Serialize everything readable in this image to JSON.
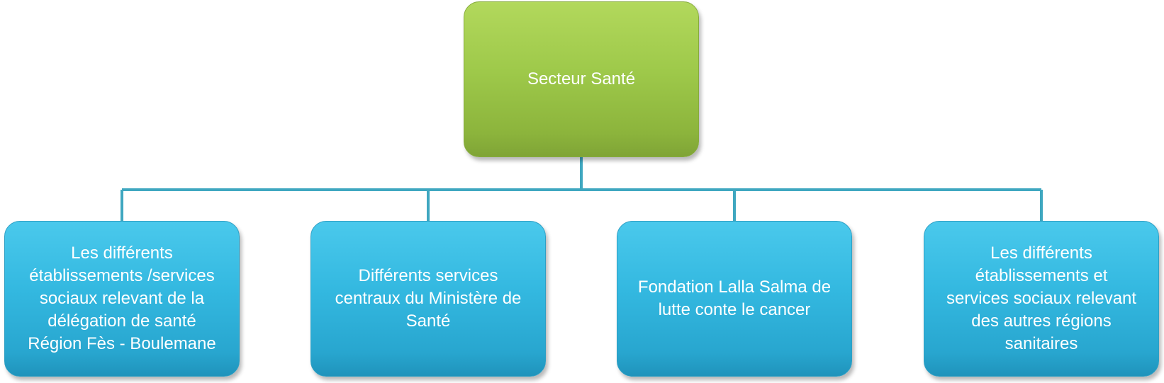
{
  "diagram": {
    "root": {
      "label": "Secteur Santé",
      "color": "#9ec94a"
    },
    "children": [
      {
        "label": "Les différents\nétablissements /services\nsociaux  relevant de la\ndélégation de santé\nRégion Fès - Boulemane"
      },
      {
        "label": "Différents services\ncentraux du Ministère de\nSanté"
      },
      {
        "label": "Fondation Lalla Salma de\nlutte conte le cancer"
      },
      {
        "label": "Les différents\nétablissements  et\nservices sociaux relevant\ndes autres régions\nsanitaires"
      }
    ],
    "child_color": "#33b8e0",
    "connector_color": "#3fa7c0"
  }
}
